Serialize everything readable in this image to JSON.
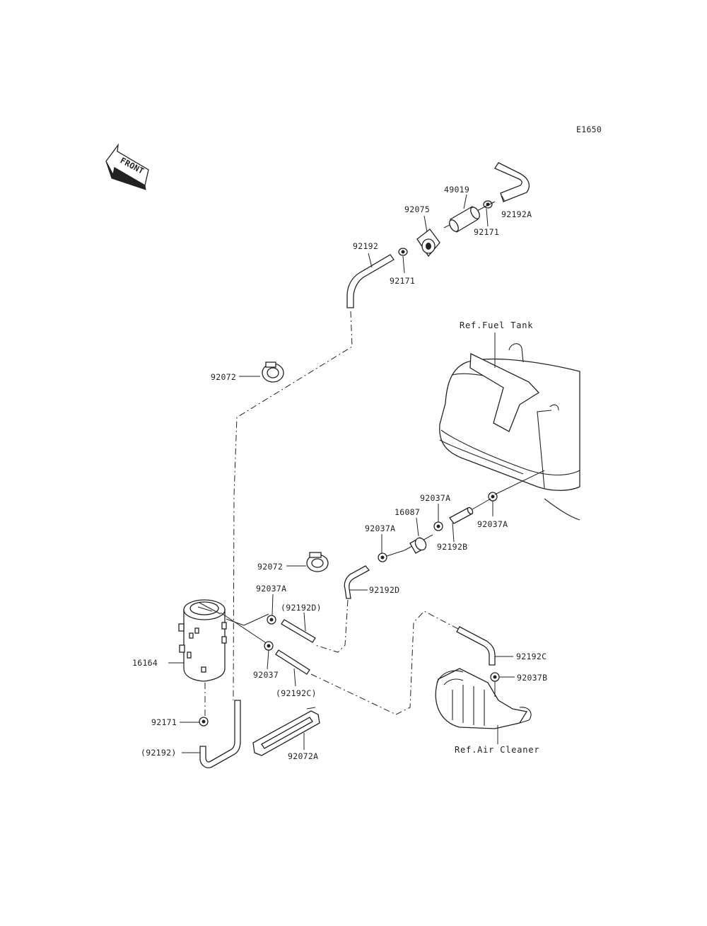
{
  "diagram_code": "E1650",
  "front_label": "FRONT",
  "references": {
    "fuel_tank": "Ref.Fuel Tank",
    "air_cleaner": "Ref.Air Cleaner"
  },
  "part_labels": {
    "p49019": "49019",
    "p92075": "92075",
    "p92192A": "92192A",
    "p92171_top": "92171",
    "p92192": "92192",
    "p92171_mid": "92171",
    "p92072_upper": "92072",
    "p92037A_tank": "92037A",
    "p92037A_right": "92037A",
    "p16087": "16087",
    "p92192B": "92192B",
    "p92037A_mid": "92037A",
    "p92072_lower": "92072",
    "p92192D": "92192D",
    "p92037A_left": "92037A",
    "p92192D_paren": "(92192D)",
    "p16164": "16164",
    "p92037": "92037",
    "p92192C_paren": "(92192C)",
    "p92192C": "92192C",
    "p92037B": "92037B",
    "p92171_bottom": "92171",
    "p92192_paren": "(92192)",
    "p92072A": "92072A"
  }
}
